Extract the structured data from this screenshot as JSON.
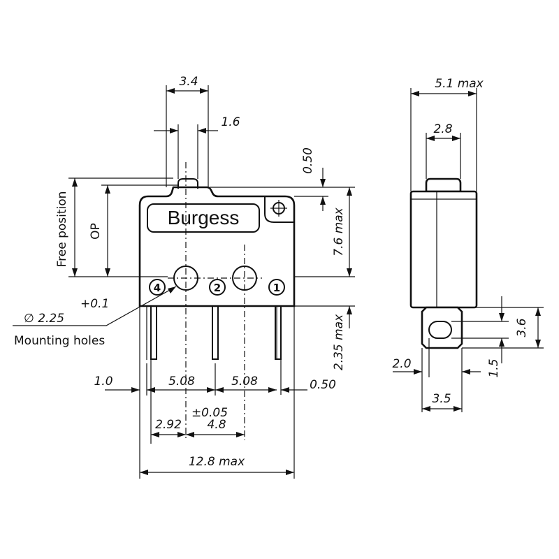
{
  "brand": "Burgess",
  "labels": {
    "free_position": "Free position",
    "op": "OP",
    "mounting_holes": "Mounting holes",
    "hole_diameter": "∅ 2.25",
    "hole_tolerance": "+0.1"
  },
  "pins": [
    "4",
    "2",
    "1"
  ],
  "dimensions": {
    "plunger_width": "3.4",
    "plunger_offset": "1.6",
    "plunger_height": "0.50",
    "body_height": "7.6 max",
    "terminal_length": "2.35 max",
    "edge_left": "1.0",
    "pitch_left": "5.08",
    "pitch_right": "5.08",
    "edge_right": "0.50",
    "hole_offset_tol": "±0.05",
    "hole_offset": "2.92",
    "hole_spacing": "4.8",
    "overall_length": "12.8 max",
    "side_width": "5.1 max",
    "side_plunger": "2.8",
    "side_tab_height": "3.6",
    "side_slot": "1.5",
    "side_left": "2.0",
    "side_tab_width": "3.5"
  }
}
